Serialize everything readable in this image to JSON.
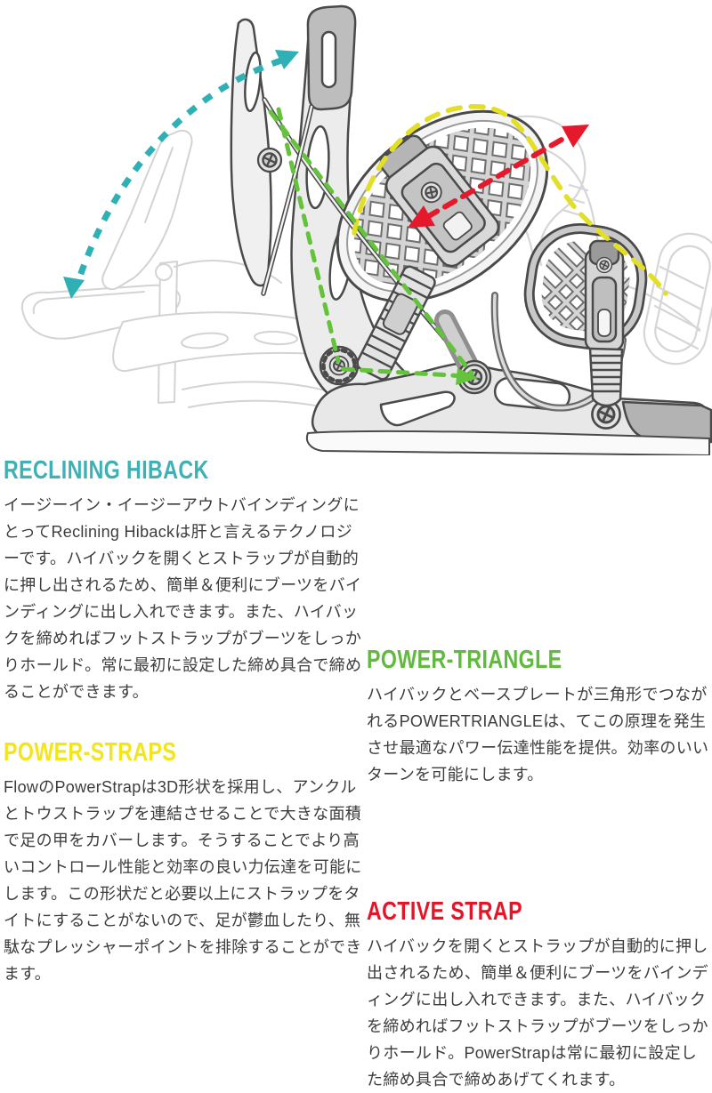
{
  "illustration": {
    "name": "flow-snowboard-binding-feature-diagram",
    "arrows": {
      "recline": {
        "color": "#2fb0b5"
      },
      "triangle": {
        "color": "#64c23c"
      },
      "strap": {
        "color": "#e6182b"
      },
      "ghost_strap": {
        "color": "#e3de28"
      }
    }
  },
  "sections": [
    {
      "id": "reclining-hiback",
      "title": "RECLINING HIBACK",
      "title_color": "#3fb0b4",
      "body": "イージーイン・イージーアウトバインディングにとってReclining Hibackは肝と言えるテクノロジーです。ハイバックを開くとストラップが自動的に押し出されるため、簡単＆便利にブーツをバインディングに出し入れできます。また、ハイバックを締めればフットストラップがブーツをしっかりホールド。常に最初に設定した締め具合で締めることができます。"
    },
    {
      "id": "power-straps",
      "title": "POWER-STRAPS",
      "title_color": "#f3e51a",
      "body": "FlowのPowerStrapは3D形状を採用し、アンクルとトウストラップを連結させることで大きな面積で足の甲をカバーします。そうすることでより高いコントロール性能と効率の良い力伝達を可能にします。この形状だと必要以上にストラップをタイトにすることがないので、足が鬱血したり、無駄なプレッシャーポイントを排除することができます。"
    },
    {
      "id": "power-triangle",
      "title": "POWER-TRIANGLE",
      "title_color": "#5fba3d",
      "body": "ハイバックとベースプレートが三角形でつながれるPOWERTRIANGLEは、てこの原理を発生させ最適なパワー伝達性能を提供。効率のいいターンを可能にします。"
    },
    {
      "id": "active-strap",
      "title": "ACTIVE STRAP",
      "title_color": "#e51427",
      "body": "ハイバックを開くとストラップが自動的に押し出されるため、簡単＆便利にブーツをバインディングに出し入れできます。また、ハイバックを締めればフットストラップがブーツをしっかりホールド。PowerStrapは常に最初に設定した締め具合で締めあげてくれます。"
    }
  ]
}
